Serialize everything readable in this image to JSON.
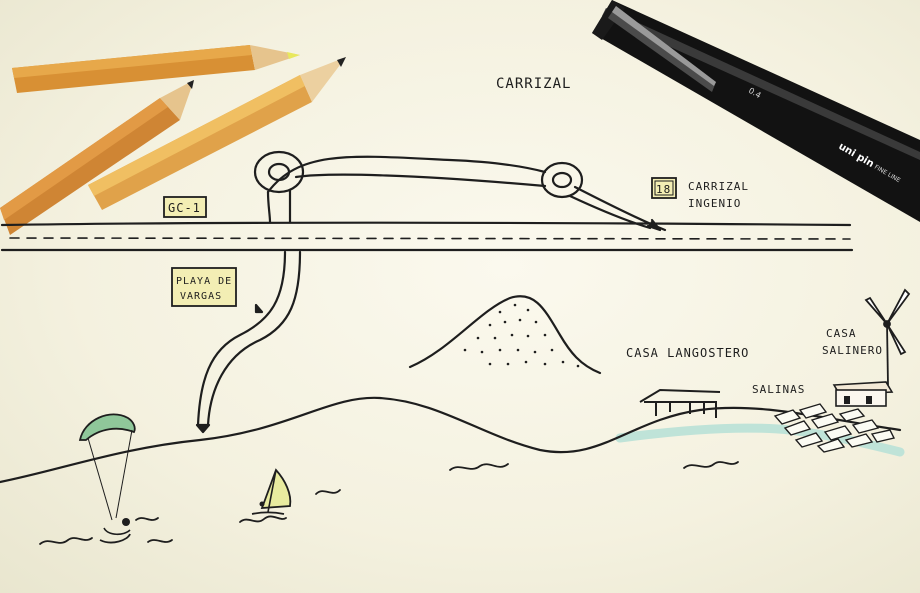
{
  "labels": {
    "carrizal_top": "CARRIZAL",
    "gc1": "GC-1",
    "exit_number": "18",
    "carrizal_ingenio_line1": "CARRIZAL",
    "carrizal_ingenio_line2": "INGENIO",
    "playa_line1": "PLAYA DE",
    "playa_line2": "VARGAS",
    "casa_langostero": "CASA LANGOSTERO",
    "casa_salinero_line1": "CASA",
    "casa_salinero_line2": "SALINERO",
    "salinas": "SALINAS"
  },
  "pen": {
    "brand": "uni pin",
    "model": "FINE LINE",
    "size": "0.4"
  },
  "colors": {
    "paper": "#f6f3e4",
    "ink": "#1e1e1e",
    "sign_fill": "#f3eeb4",
    "kite_green": "#8fc79a",
    "sail_yellow": "#e8eb9f",
    "sea_wash": "#bfe3d8",
    "pencil_orange": "#d9953a",
    "pencil_yellow": "#e9b453"
  }
}
